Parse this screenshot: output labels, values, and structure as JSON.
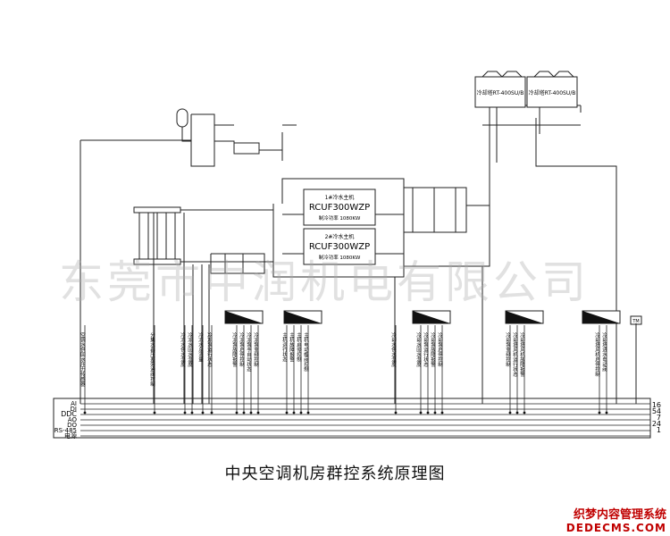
{
  "title": "中央空调机房群控系统原理图",
  "watermark": "东莞市中润机电有限公司",
  "corner_brand": {
    "name": "织梦内容管理系统",
    "url": "DEDECMS.COM"
  },
  "chillers": [
    {
      "line1": "1#冷水主机",
      "model": "RCUF300WZP",
      "line3": "制冷功率   1080KW"
    },
    {
      "line1": "2#冷水主机",
      "model": "RCUF300WZP",
      "line3": "制冷功率   1080KW"
    }
  ],
  "cooling_towers": [
    {
      "label": "冷却塔RT-400SU/B"
    },
    {
      "label": "冷却塔RT-400SU/B"
    }
  ],
  "controller_box": {
    "label": "TM"
  },
  "bus": {
    "left_labels": [
      "AI",
      "DI",
      "DDC",
      "AO",
      "DO",
      "RS-485",
      "电源"
    ],
    "right_counts": [
      "16",
      "54",
      "7",
      "24",
      "1"
    ]
  },
  "signal_labels": [
    "空调水供回水压力传感器",
    "分集水器压差旁通阀控制",
    "冷冻水供水温度",
    "冷冻水回水温度",
    "冷冻水总流量",
    "冷冻泵运行状态",
    "冷冻泵故障报警",
    "冷冻泵启停控制",
    "冷冻泵手自动状态",
    "冷冻泵变频控制",
    "主机运行状态",
    "主机故障报警",
    "主机启停控制",
    "主机电动蝶阀控制",
    "冷却水供水温度",
    "冷却水回水温度",
    "冷却泵运行状态",
    "冷却泵故障报警",
    "冷却泵启停控制",
    "冷却泵变频控制",
    "冷却塔风机运行状态",
    "冷却塔风机故障报警",
    "冷却塔风机启停控制",
    "冷却塔进水电动阀"
  ]
}
